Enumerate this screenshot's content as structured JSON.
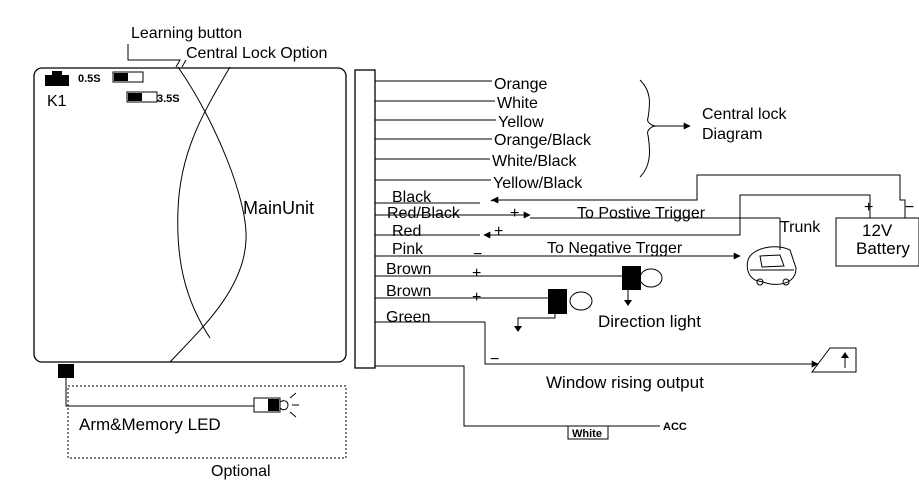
{
  "labels": {
    "learning_button": "Learning button",
    "central_lock_option": "Central Lock Option",
    "k1": "K1",
    "t05": "0.5S",
    "t35": "3.5S",
    "main_unit": "MainUnit",
    "central_lock_diagram_1": "Central lock",
    "central_lock_diagram_2": "Diagram",
    "to_positive_trigger": "To Postive Trigger",
    "to_negative_trigger": "To Negative Trgger",
    "trunk": "Trunk",
    "battery_1": "12V",
    "battery_2": "Battery",
    "direction_light": "Direction light",
    "window_rising_output": "Window rising output",
    "arm_memory_led": "Arm&Memory LED",
    "optional": "Optional",
    "white_box": "White",
    "acc": "ACC"
  },
  "wires": {
    "orange": "Orange",
    "white": "White",
    "yellow": "Yellow",
    "orange_black": "Orange/Black",
    "white_black": "White/Black",
    "yellow_black": "Yellow/Black",
    "black": "Black",
    "red_black": "Red/Black",
    "red": "Red",
    "pink": "Pink",
    "brown1": "Brown",
    "brown2": "Brown",
    "green": "Green"
  },
  "signs": {
    "plus": "+",
    "minus": "−"
  }
}
